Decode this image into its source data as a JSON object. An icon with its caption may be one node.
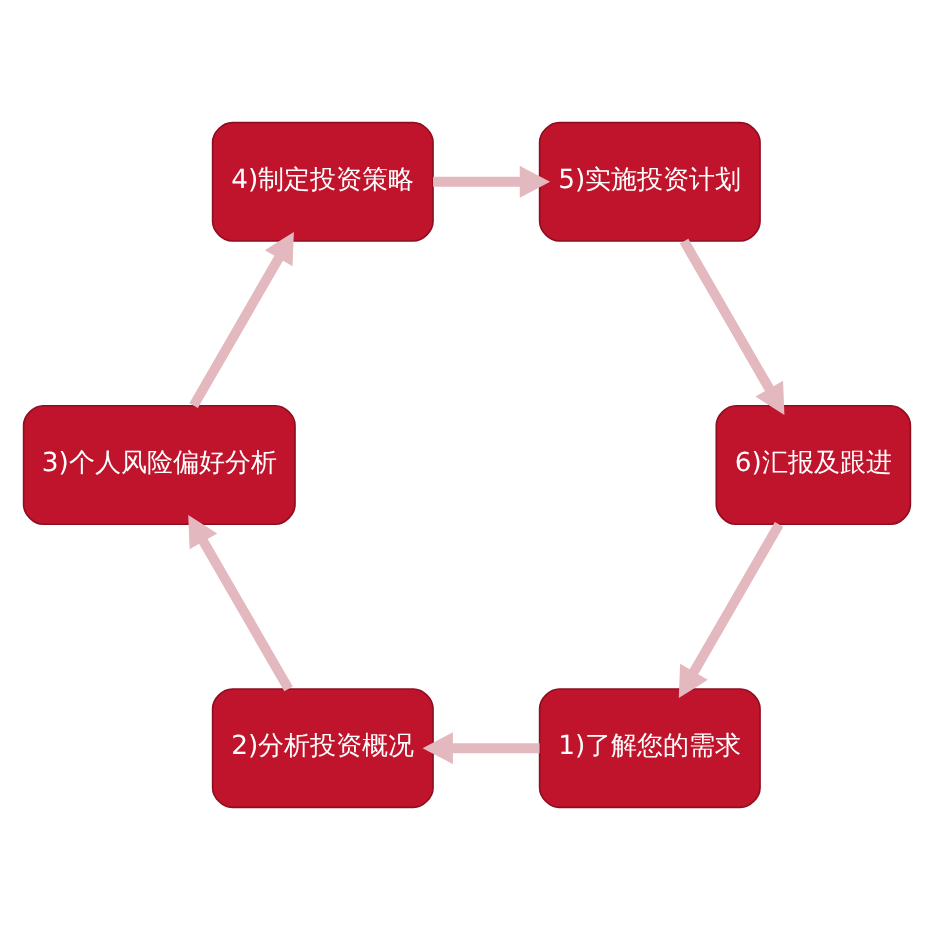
{
  "diagram": {
    "nodes": [
      {
        "text": [
          "1)了解您的需求"
        ]
      },
      {
        "text": [
          "2)分析投资概况"
        ]
      },
      {
        "text": [
          "3)个人风险偏好分析"
        ]
      },
      {
        "text": [
          "4)制定投资策略"
        ]
      },
      {
        "text": [
          "5)实施投资计划"
        ]
      },
      {
        "text": [
          "6)汇报及跟进"
        ]
      }
    ],
    "edges": [
      {
        "from": 0,
        "to": 1,
        "arrow": "to"
      },
      {
        "from": 1,
        "to": 2,
        "arrow": "to"
      },
      {
        "from": 2,
        "to": 3,
        "arrow": "to"
      },
      {
        "from": 3,
        "to": 4,
        "arrow": "to"
      },
      {
        "from": 4,
        "to": 5,
        "arrow": "to"
      },
      {
        "from": 5,
        "to": 0,
        "arrow": "to"
      }
    ]
  }
}
